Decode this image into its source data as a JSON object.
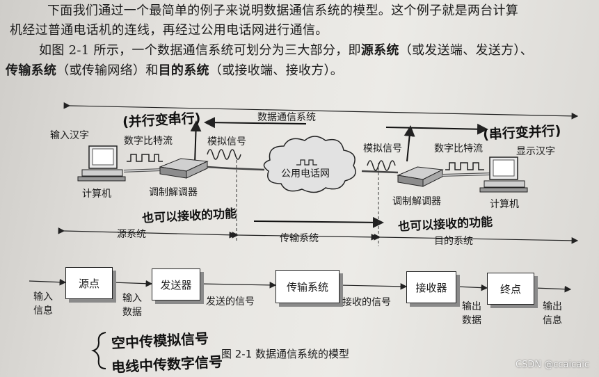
{
  "text": {
    "line1": "下面我们通过一个最简单的例子来说明数据通信系统的模型。这个例子就是两台计算",
    "line2": "机经过普通电话机的连线，再经过公用电话网进行通信。",
    "line3": "如图 2-1 所示，一个数据通信系统可划分为三大部分，即",
    "line3_bold": "源系统",
    "line3_tail": "（或发送端、发送方）、",
    "line4_bold": "传输系统",
    "line4_mid": "（或传输网络）和",
    "line4_bold2": "目的系统",
    "line4_tail": "（或接收端、接收方）。"
  },
  "diagram": {
    "top_system": "数据通信系统",
    "input_chinese": "输入汉字",
    "digital_bitstream_left": "数字比特流",
    "analog_signal_left": "模拟信号",
    "public_network": "公用电话网",
    "analog_signal_right": "模拟信号",
    "digital_bitstream_right": "数字比特流",
    "display_chinese": "显示汉字",
    "computer_left": "计算机",
    "modem_left": "调制解调器",
    "modem_right": "调制解调器",
    "computer_right": "计算机",
    "source_system": "源系统",
    "transmission_system": "传输系统",
    "destination_system": "目的系统"
  },
  "blocks": {
    "source": "源点",
    "transmitter": "发送器",
    "transmission": "传输系统",
    "receiver": "接收器",
    "sink": "终点",
    "input_info": [
      "输入",
      "信息"
    ],
    "input_data": [
      "输入",
      "数据"
    ],
    "sent_signal": "发送的信号",
    "received_signal": "接收的信号",
    "output_data": [
      "输出",
      "数据"
    ],
    "output_info": [
      "输出",
      "信息"
    ]
  },
  "caption": "图 2-1   数据通信系统的模型",
  "handwriting": {
    "parallel_to_serial": "(并行变串行)",
    "serial_to_parallel": "(串行变并行)",
    "function_left": "也可以接收的功能",
    "function_right": "也可以接收的功能",
    "note_line1": "空中传模拟信号",
    "note_line2": "电线中传数字信号"
  },
  "watermark": "CSDN @ccaicaic"
}
